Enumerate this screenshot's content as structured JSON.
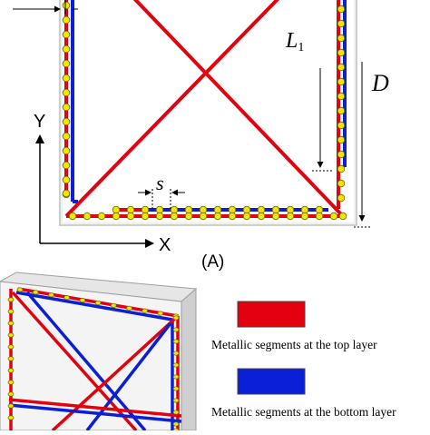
{
  "labels": {
    "L1_letter": "L",
    "L1_sub": "1",
    "D": "D",
    "s": "s",
    "axis_x": "X",
    "axis_y": "Y",
    "panel_a": "(A)"
  },
  "legend": {
    "top_layer": "Metallic segments at the top layer",
    "bottom_layer": "Metallic segments at the bottom layer"
  },
  "colors": {
    "top_layer": "#e3000f",
    "bottom_layer": "#0a1fd6",
    "via": "#f2e600",
    "substrate": "#c9c9c9"
  }
}
